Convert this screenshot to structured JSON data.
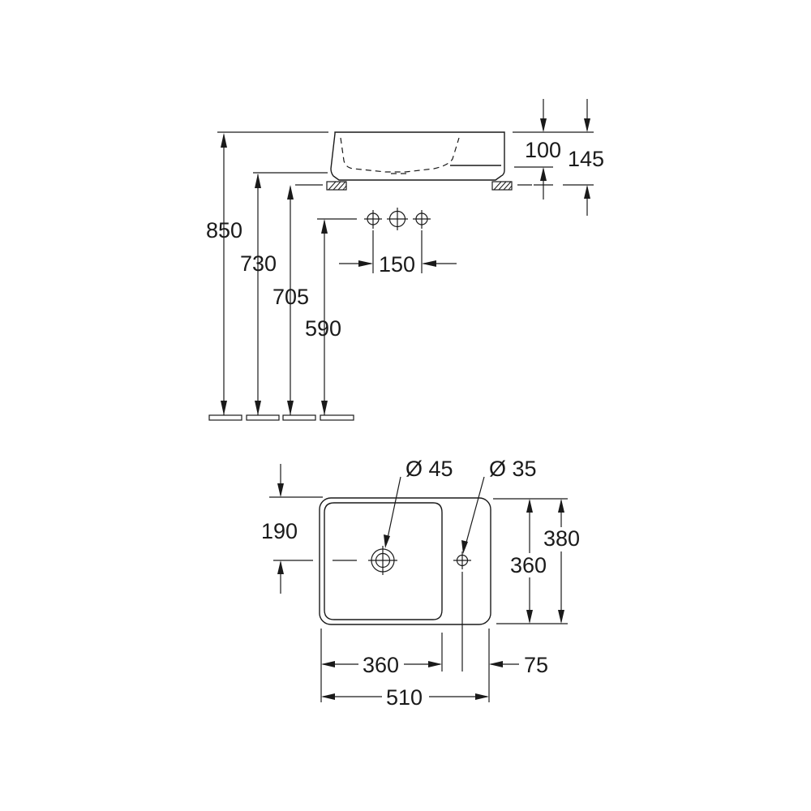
{
  "side_view": {
    "heights": {
      "h850": "850",
      "h730": "730",
      "h705": "705",
      "h590": "590"
    },
    "basin_height": "100",
    "total_height": "145",
    "tap_spacing": "150"
  },
  "top_view": {
    "waste_diameter": "Ø 45",
    "tap_hole_diameter": "Ø 35",
    "waste_offset": "190",
    "outer_depth": "380",
    "inner_depth": "360",
    "inner_width": "360",
    "rim_offset": "75",
    "total_width": "510"
  }
}
